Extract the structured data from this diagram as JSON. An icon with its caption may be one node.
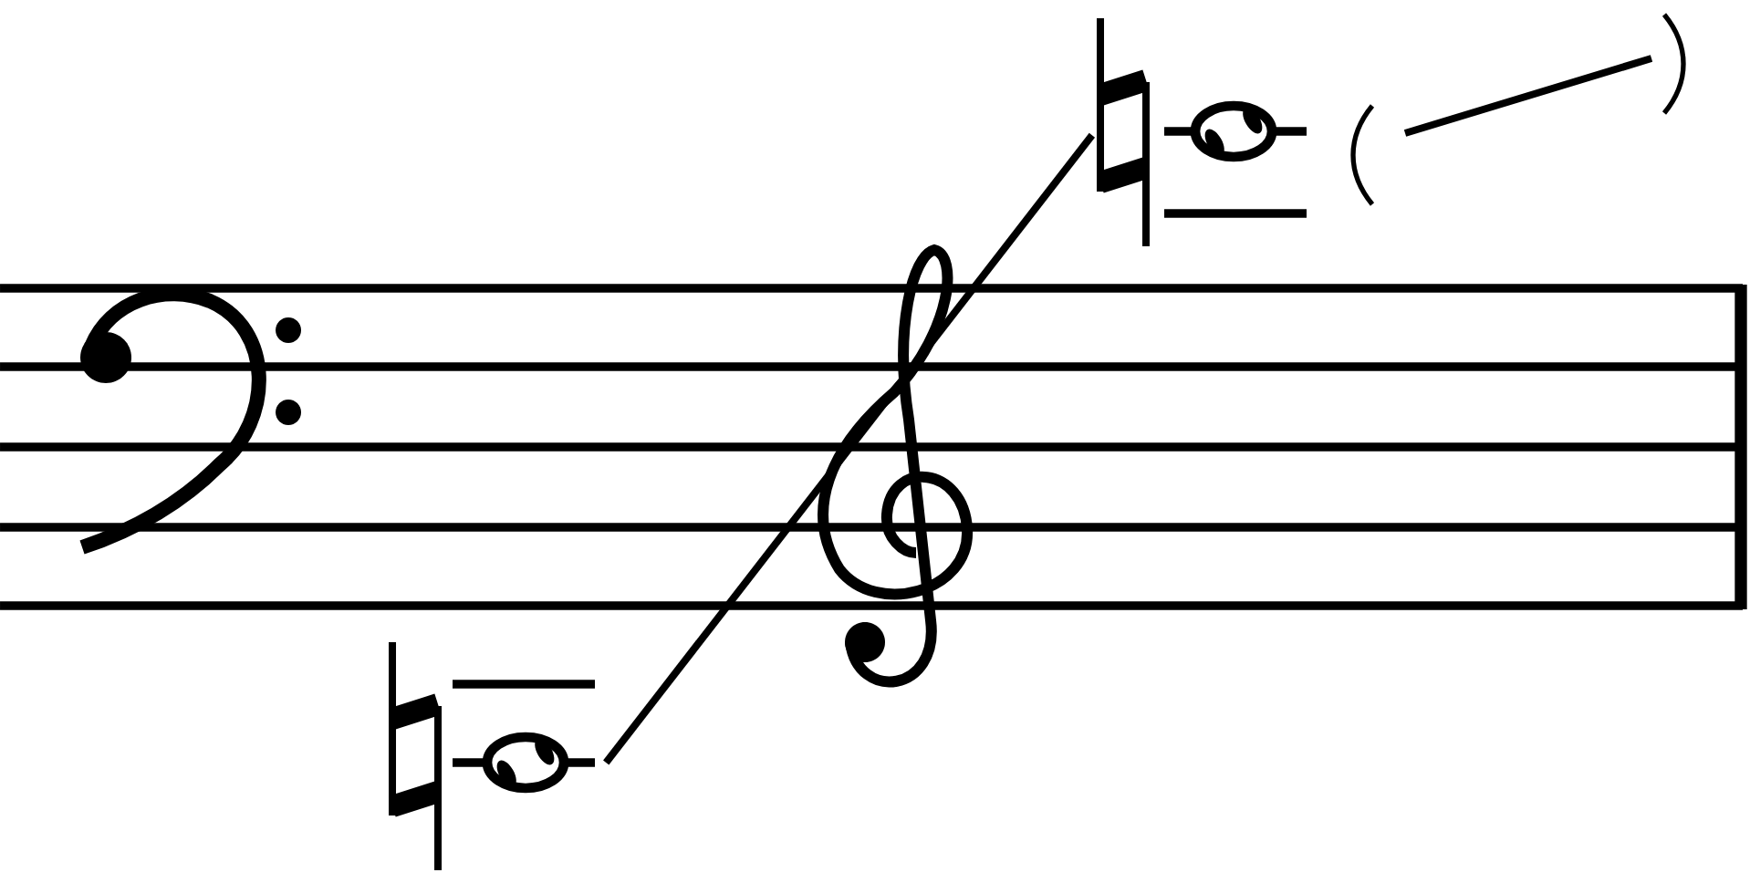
{
  "diagram": {
    "nodes": [
      {
        "text": [],
        "shape": "circle"
      },
      {
        "text": [],
        "shape": "circle"
      }
    ],
    "edges": [
      {
        "from": 0,
        "to": 1,
        "arrow": "none"
      }
    ]
  }
}
